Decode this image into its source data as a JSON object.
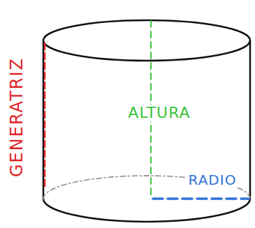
{
  "diagram": {
    "labels": [
      "GENERATRIZ",
      "ALTURA",
      "RADIO"
    ]
  }
}
